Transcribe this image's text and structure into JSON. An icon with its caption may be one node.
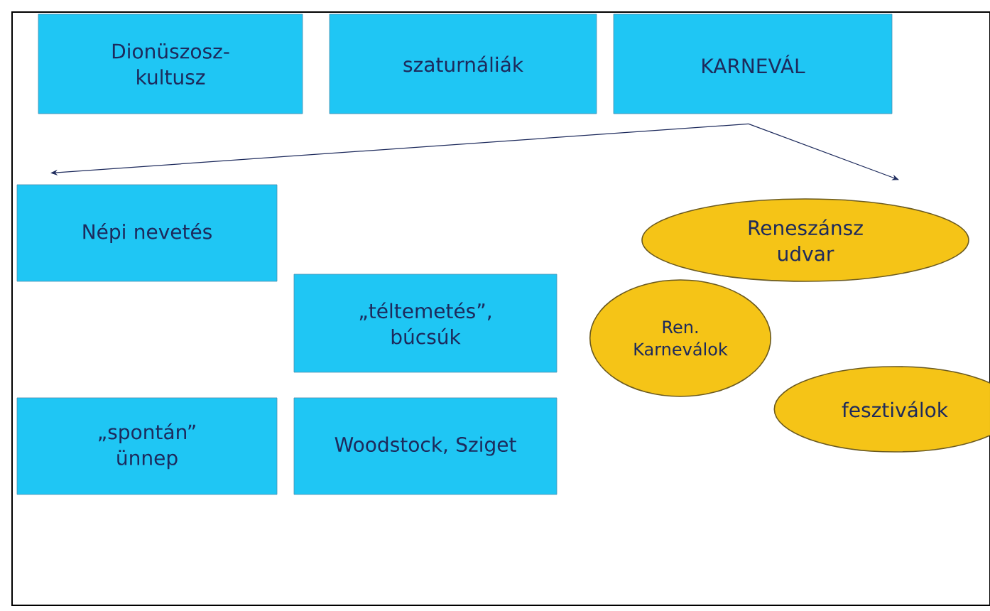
{
  "diagram": {
    "nodes": [
      {
        "text": [
          "Dionüszosz-kultusz"
        ]
      },
      {
        "text": [
          "szaturnáliák"
        ]
      },
      {
        "text": [
          "KARNEVÁL"
        ]
      },
      {
        "text": [
          "Népi nevetés"
        ]
      },
      {
        "text": [
          "„téltemetés”, búcsúk"
        ]
      },
      {
        "text": [
          "„spontán” ünnep"
        ]
      },
      {
        "text": [
          "Woodstock, Sziget"
        ]
      },
      {
        "text": [
          "Reneszánsz udvar"
        ]
      },
      {
        "text": [
          "Ren. Karneválok"
        ]
      },
      {
        "text": [
          "fesztiválok"
        ]
      }
    ],
    "edges": [
      {
        "from": 2,
        "to": 3,
        "arrow": "to"
      },
      {
        "from": 2,
        "to": 7,
        "arrow": "to"
      }
    ]
  }
}
